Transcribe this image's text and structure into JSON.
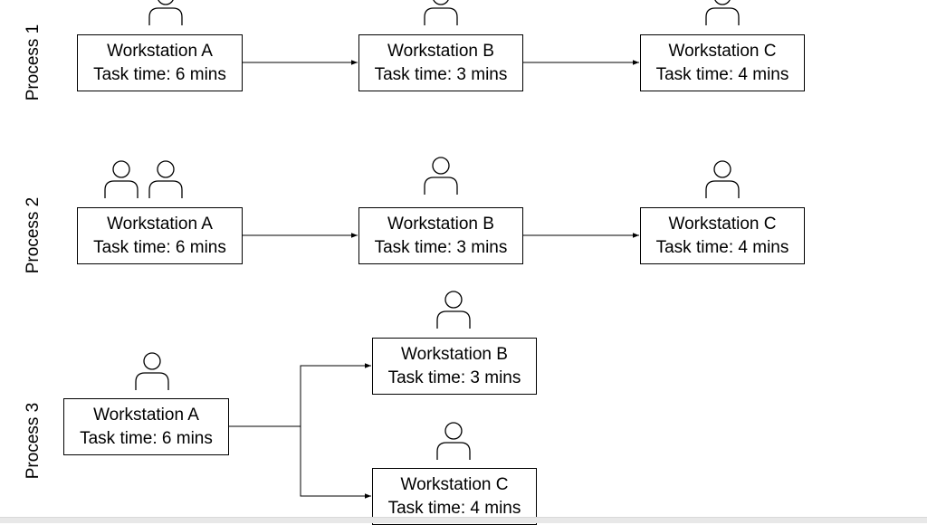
{
  "diagram": {
    "processes": [
      {
        "label": "Process 1",
        "stations": [
          {
            "name": "Workstation A",
            "task": "Task time: 6 mins",
            "workers": 1
          },
          {
            "name": "Workstation B",
            "task": "Task time: 3 mins",
            "workers": 1
          },
          {
            "name": "Workstation C",
            "task": "Task time: 4 mins",
            "workers": 1
          }
        ],
        "flow": [
          "A→B",
          "B→C"
        ]
      },
      {
        "label": "Process 2",
        "stations": [
          {
            "name": "Workstation A",
            "task": "Task time: 6 mins",
            "workers": 2
          },
          {
            "name": "Workstation B",
            "task": "Task time: 3 mins",
            "workers": 1
          },
          {
            "name": "Workstation C",
            "task": "Task time: 4 mins",
            "workers": 1
          }
        ],
        "flow": [
          "A→B",
          "B→C"
        ]
      },
      {
        "label": "Process 3",
        "stations": [
          {
            "name": "Workstation A",
            "task": "Task time: 6 mins",
            "workers": 1
          },
          {
            "name": "Workstation B",
            "task": "Task time: 3 mins",
            "workers": 1
          },
          {
            "name": "Workstation C",
            "task": "Task time: 4 mins",
            "workers": 1
          }
        ],
        "flow": [
          "A→B",
          "A→C"
        ]
      }
    ]
  }
}
